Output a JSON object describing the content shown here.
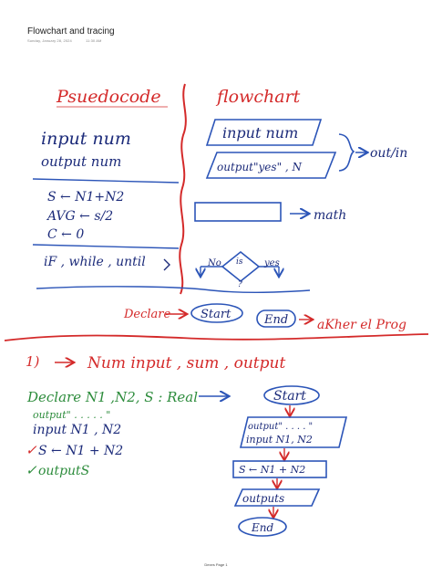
{
  "page": {
    "title": "Flowchart and tracing",
    "date": "Sunday, January 28, 2024",
    "time": "11:30 AM",
    "footer": "Dexes Page 1"
  },
  "colors": {
    "ink_red": "#d42a2a",
    "ink_blue": "#2c55b8",
    "ink_green": "#2d8c3c",
    "ink_dark": "#1c2b7a"
  },
  "notes": {
    "pseudocode_header": "Psuedocode",
    "flowchart_header": "flowchart",
    "input_label": "input num",
    "output_label": "output num",
    "sum_formula": "S ← N1+N2",
    "avg_formula": "AVG ← s/2",
    "c_assign": "C ← 0",
    "control_words": "iF , while , until",
    "input_shape_text": "input num",
    "output_shape_text": "output\"yes\" , N",
    "out_in_label": "out/in",
    "math_label": "math",
    "decision_yes": "yes",
    "decision_no": "No",
    "decision_is": "is",
    "decision_q": "?",
    "declare_label": "Declare",
    "start_label": "Start",
    "end_label": "End",
    "akher_label": "aKher el Prog",
    "problem_number": "1)",
    "problem_statement": "Num input , sum , output",
    "declare_line": "Declare N1 ,N2, S : Real",
    "output_prompt": "output\" . . . . . \"",
    "input_n": "input  N1 , N2",
    "s_assign": "S ← N1 + N2",
    "output_s": "outputS",
    "check_mark": "✓",
    "flow_start": "Start",
    "flow_io_1": "output\" . . . . \"",
    "flow_io_2": "input N1, N2",
    "flow_process": "S ← N1 + N2",
    "flow_output": "outputs",
    "flow_end": "End"
  }
}
